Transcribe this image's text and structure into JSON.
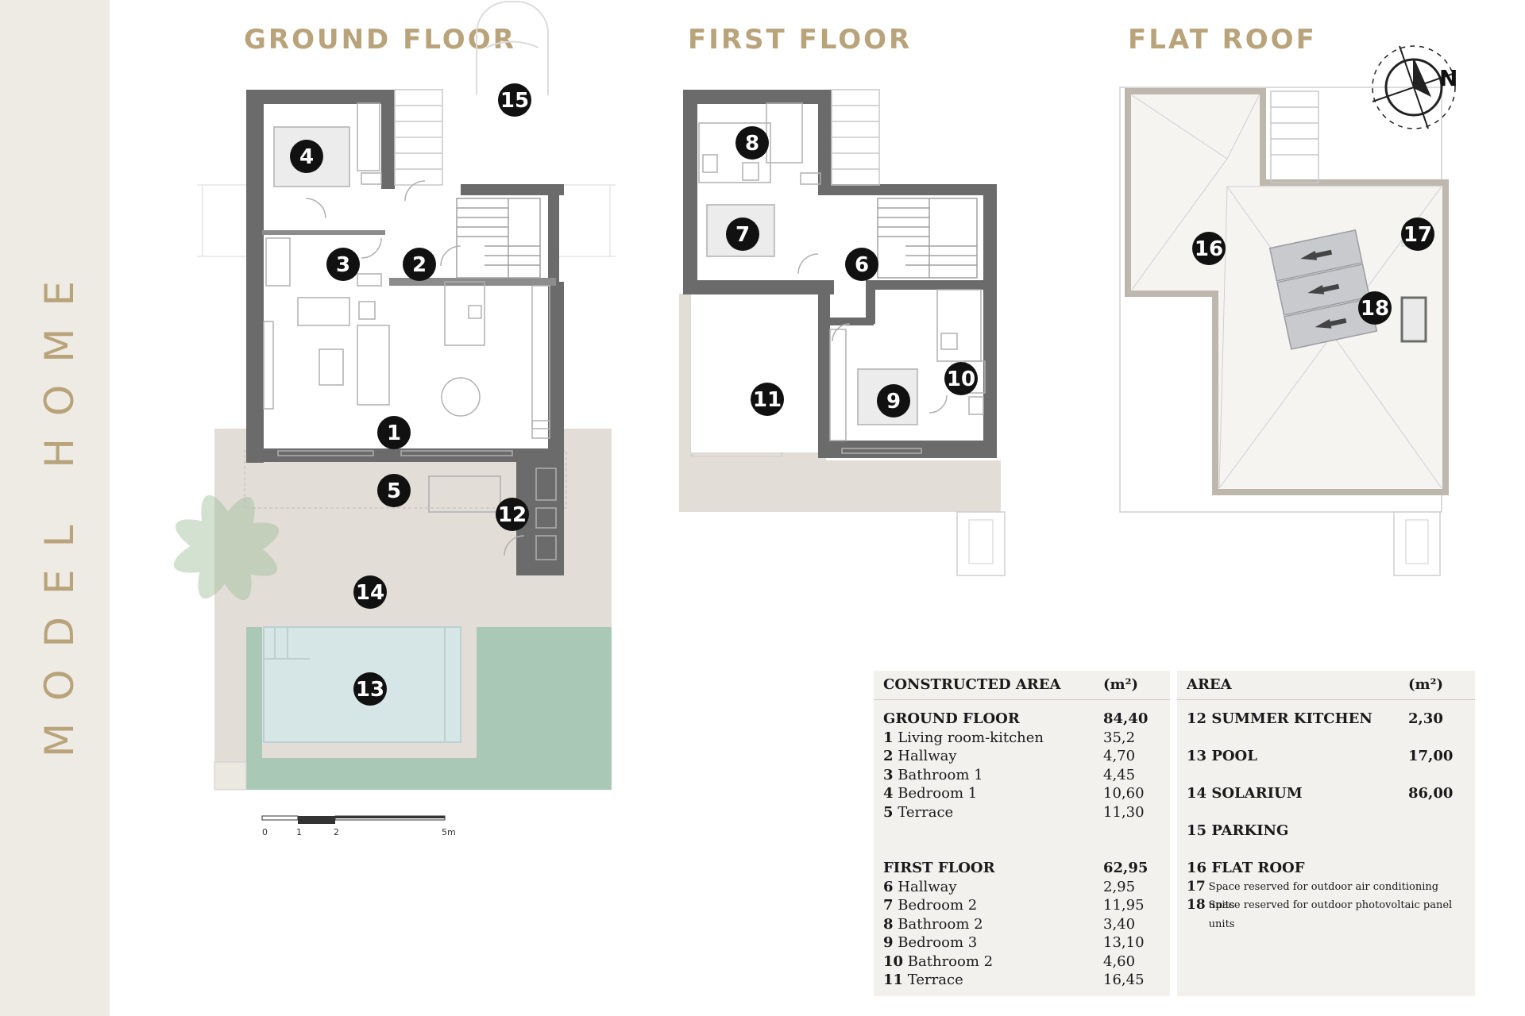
{
  "sidebar": {
    "title": "MODEL HOME"
  },
  "floors": {
    "ground": "GROUND FLOOR",
    "first": "FIRST FLOOR",
    "roof": "FLAT ROOF"
  },
  "markers": [
    "1",
    "2",
    "3",
    "4",
    "5",
    "6",
    "7",
    "8",
    "9",
    "10",
    "11",
    "12",
    "13",
    "14",
    "15",
    "16",
    "17",
    "18"
  ],
  "scale": {
    "labels": [
      "0",
      "1",
      "2",
      "5m"
    ]
  },
  "north": "N",
  "constructed": {
    "header": {
      "label": "CONSTRUCTED AREA",
      "unit": "(m²)"
    },
    "ground": {
      "title": "GROUND FLOOR",
      "total": "84,40",
      "rooms": [
        {
          "num": "1",
          "name": "Living room-kitchen",
          "area": "35,2"
        },
        {
          "num": "2",
          "name": "Hallway",
          "area": "4,70"
        },
        {
          "num": "3",
          "name": "Bathroom 1",
          "area": "4,45"
        },
        {
          "num": "4",
          "name": "Bedroom 1",
          "area": "10,60"
        },
        {
          "num": "5",
          "name": "Terrace",
          "area": "11,30"
        }
      ]
    },
    "first": {
      "title": "FIRST FLOOR",
      "total": "62,95",
      "rooms": [
        {
          "num": "6",
          "name": "Hallway",
          "area": "2,95"
        },
        {
          "num": "7",
          "name": "Bedroom 2",
          "area": "11,95"
        },
        {
          "num": "8",
          "name": "Bathroom 2",
          "area": "3,40"
        },
        {
          "num": "9",
          "name": "Bedroom 3",
          "area": "13,10"
        },
        {
          "num": "10",
          "name": "Bathroom 2",
          "area": "4,60"
        },
        {
          "num": "11",
          "name": "Terrace",
          "area": "16,45"
        }
      ]
    }
  },
  "area": {
    "header": {
      "label": "AREA",
      "unit": "(m²)"
    },
    "items": [
      {
        "name": "12 SUMMER KITCHEN",
        "value": "2,30"
      },
      {
        "name": "13 POOL",
        "value": "17,00"
      },
      {
        "name": "14 SOLARIUM",
        "value": "86,00"
      },
      {
        "name": "15 PARKING",
        "value": ""
      },
      {
        "name": "16 FLAT ROOF",
        "value": ""
      }
    ],
    "notes": [
      {
        "num": "17",
        "text": "Space reserved for outdoor air conditioning units"
      },
      {
        "num": "18",
        "text": "Space reserved for outdoor photovoltaic panel units"
      }
    ]
  },
  "colors": {
    "accent": "#b8a37a",
    "wall": "#6b6b6b",
    "terrace": "#e2ddd6",
    "pool": "#d6e5e6",
    "lawn": "#a9c9b6",
    "panel": "#f3f1ed"
  }
}
